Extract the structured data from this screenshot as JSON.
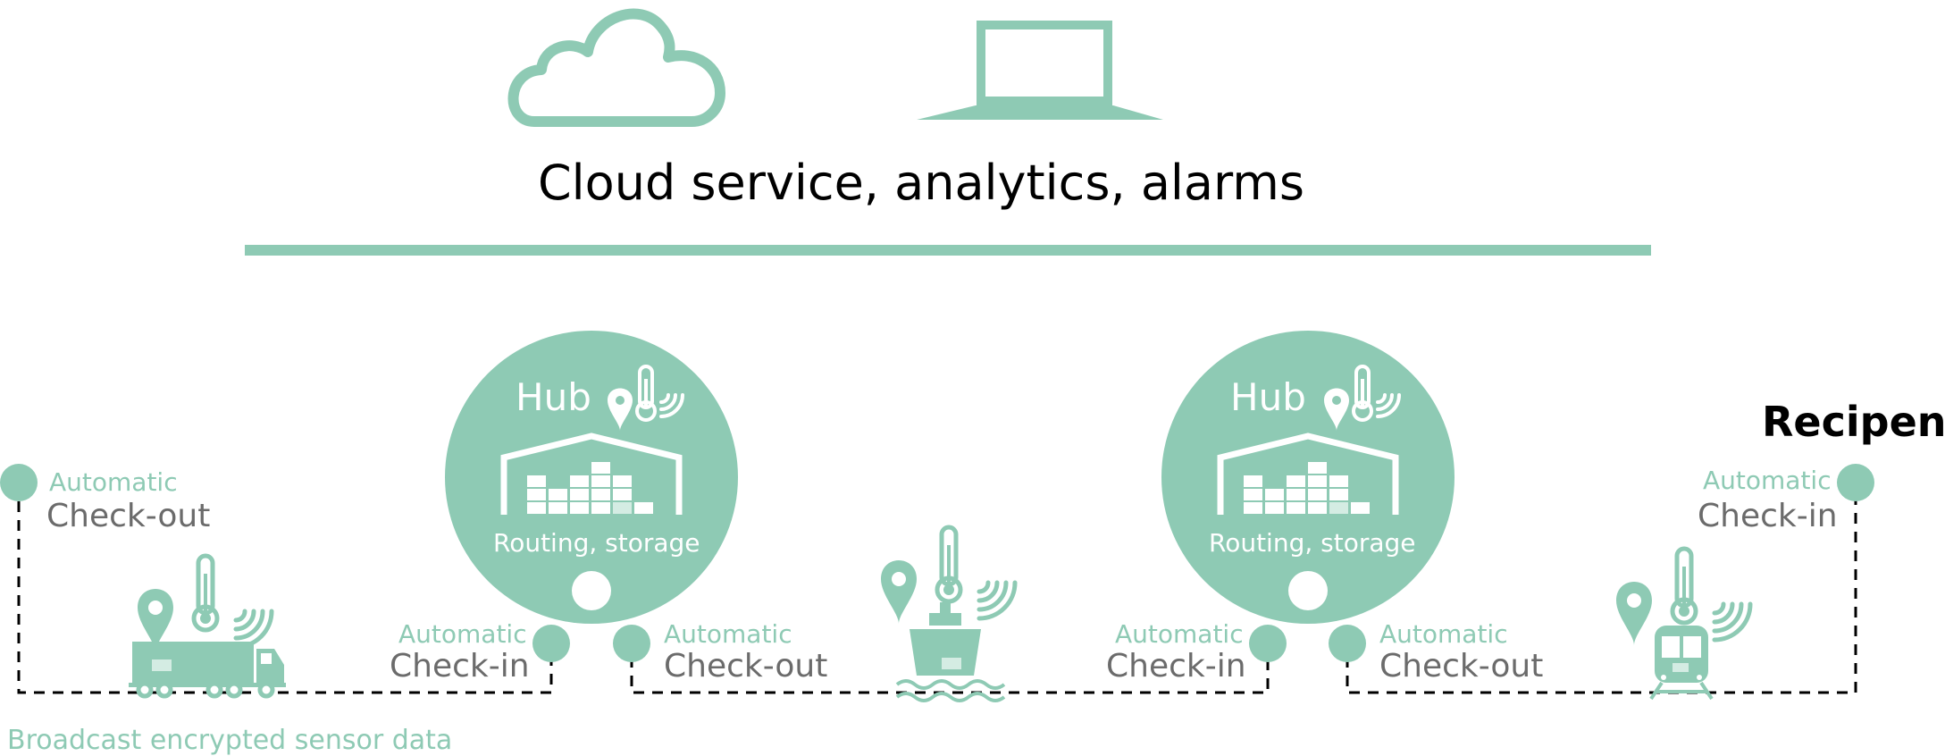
{
  "title": "Cloud service, analytics, alarms",
  "recipient": "Recipent",
  "broadcast": "Broadcast encrypted sensor data",
  "hubs": [
    {
      "label": "Hub",
      "caption": "Routing, storage"
    },
    {
      "label": "Hub",
      "caption": "Routing, storage"
    }
  ],
  "checkpoints": [
    {
      "auto": "Automatic",
      "action": "Check-out"
    },
    {
      "auto": "Automatic",
      "action": "Check-in"
    },
    {
      "auto": "Automatic",
      "action": "Check-out"
    },
    {
      "auto": "Automatic",
      "action": "Check-in"
    },
    {
      "auto": "Automatic",
      "action": "Check-out"
    },
    {
      "auto": "Automatic",
      "action": "Check-in"
    }
  ],
  "colors": {
    "accent": "#8ecab4",
    "text": "#000000",
    "muted": "#6b6b6b"
  }
}
